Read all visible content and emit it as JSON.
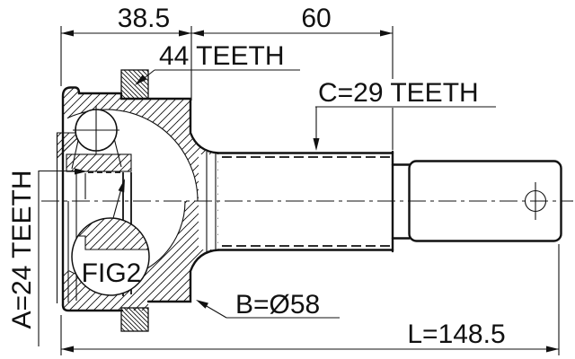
{
  "figure": {
    "background": "#ffffff",
    "line_color": "#111111",
    "labels": {
      "top_width": "38.5",
      "spline_width": "60",
      "outer_ring_teeth": "44 TEETH",
      "shaft_spline_teeth": "C=29 TEETH",
      "inner_spline_teeth": "A=24 TEETH",
      "detail_callout": "FIG2",
      "body_diameter": "B=Ø58",
      "overall_length": "L=148.5"
    }
  }
}
